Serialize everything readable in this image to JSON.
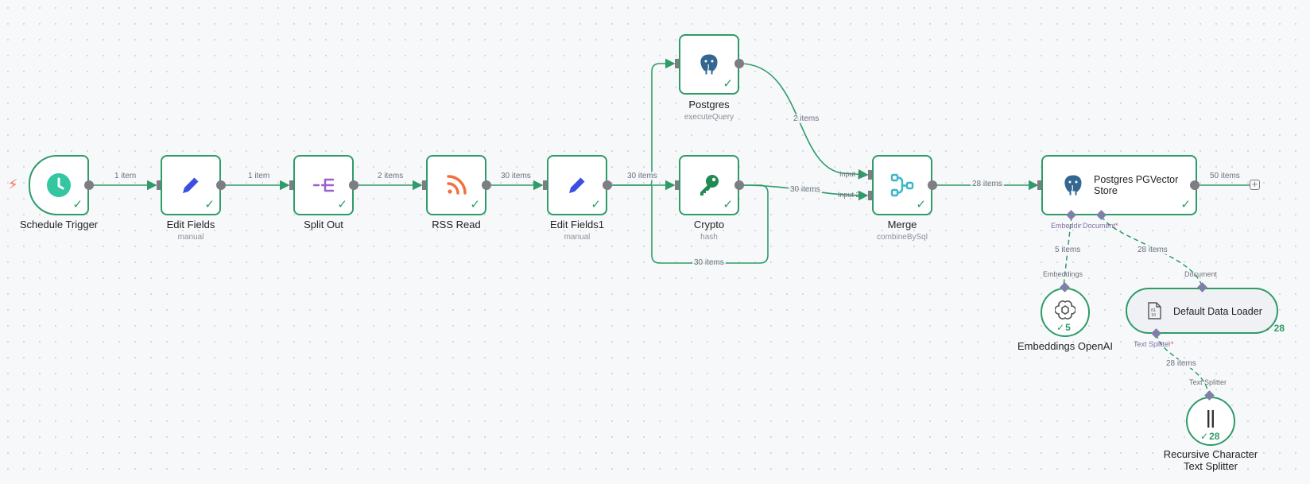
{
  "nodes": {
    "schedule_trigger": {
      "label": "Schedule Trigger",
      "sub": ""
    },
    "edit_fields": {
      "label": "Edit Fields",
      "sub": "manual"
    },
    "split_out": {
      "label": "Split Out",
      "sub": ""
    },
    "rss_read": {
      "label": "RSS Read",
      "sub": ""
    },
    "edit_fields1": {
      "label": "Edit Fields1",
      "sub": "manual"
    },
    "postgres": {
      "label": "Postgres",
      "sub": "executeQuery"
    },
    "crypto": {
      "label": "Crypto",
      "sub": "hash"
    },
    "merge": {
      "label": "Merge",
      "sub": "combineBySql"
    },
    "pgvector": {
      "label": "Postgres PGVector\nStore"
    },
    "embeddings": {
      "label": "Embeddings OpenAI",
      "count": "5"
    },
    "data_loader": {
      "label": "Default Data Loader",
      "count": "28"
    },
    "text_splitter": {
      "label_line1": "Recursive Character",
      "label_line2": "Text Splitter",
      "count": "28"
    }
  },
  "edges": {
    "e1": "1 item",
    "e2": "1 item",
    "e3": "2 items",
    "e4": "30 items",
    "e5": "30 items",
    "e6": "2 items",
    "e7": "30 items",
    "e8": "30 items",
    "e9": "28 items",
    "e10": "50 items",
    "e11": "5 items",
    "e12": "28 items",
    "e13": "28 items"
  },
  "ports": {
    "merge_input1": "Input 1",
    "merge_input2": "Input 2",
    "pg_embedding": "Embeddir",
    "pg_document": "Document",
    "pg_document_req": "*",
    "emb_top": "Embeddings",
    "loader_top": "Document",
    "loader_splitter": "Text Splitter",
    "loader_splitter_req": "*",
    "splitter_top": "Text Splitter"
  },
  "colors": {
    "success": "#2e9b68",
    "handle": "#7d7d84",
    "sub_port": "#7e80a8",
    "trigger": "#ff6a4d"
  },
  "icons": {
    "schedule_trigger": "clock-icon",
    "edit_fields": "pencil-icon",
    "split_out": "split-out-icon",
    "rss_read": "rss-icon",
    "postgres": "postgres-elephant-icon",
    "crypto": "key-icon",
    "merge": "merge-icon",
    "pgvector": "postgres-elephant-icon",
    "embeddings": "openai-icon",
    "data_loader": "document-binary-icon",
    "text_splitter": "text-splitter-icon"
  }
}
